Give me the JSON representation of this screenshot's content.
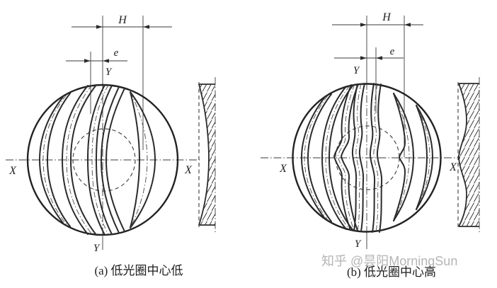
{
  "figure_a": {
    "caption": "(a) 低光圈中心低",
    "dim_h_label": "H",
    "dim_e_label": "e",
    "axis_x_left": "X",
    "axis_x_right": "X",
    "axis_y_top": "Y",
    "axis_y_bottom": "Y"
  },
  "figure_b": {
    "caption": "(b) 低光圈中心高",
    "dim_h_label": "H",
    "dim_e_label": "e",
    "axis_x_left": "X",
    "axis_x_right": "X",
    "axis_y_top": "Y",
    "axis_y_bottom": "Y"
  },
  "watermark": {
    "text": "知乎 @昙阳MorningSun",
    "color": "#b5b5b5"
  },
  "colors": {
    "ink": "#2b2b2b",
    "thin_line": "#3a3a3a",
    "background": "#ffffff"
  }
}
